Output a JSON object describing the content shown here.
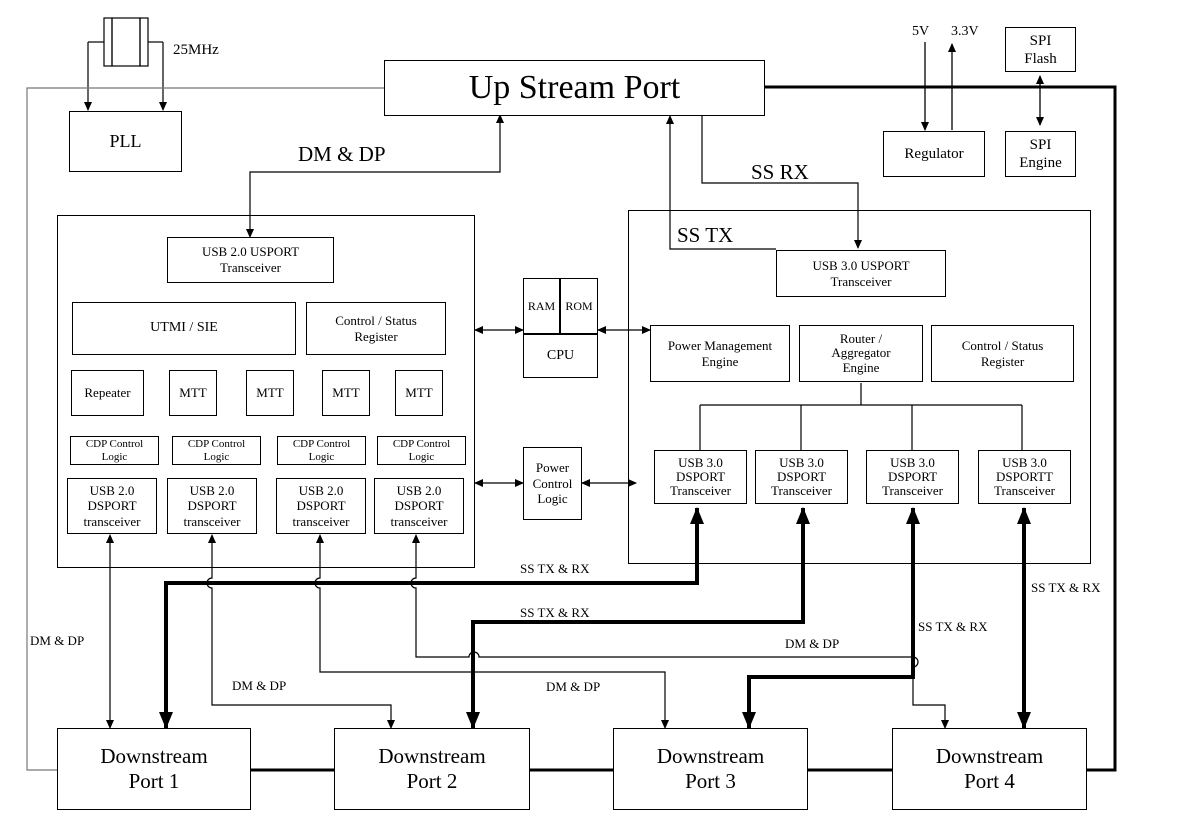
{
  "crystal": {
    "freq": "25MHz"
  },
  "blocks": {
    "pll": "PLL",
    "upstream": "Up Stream Port",
    "regulator": "Regulator",
    "spi_flash": "SPI\nFlash",
    "spi_engine": "SPI\nEngine",
    "usb2_usport": "USB 2.0 USPORT\nTransceiver",
    "utmi": "UTMI / SIE",
    "csr_left": "Control / Status\nRegister",
    "repeater": "Repeater",
    "mtt": "MTT",
    "cdp": "CDP Control\nLogic",
    "usb2_dsport": "USB 2.0\nDSPORT\ntransceiver",
    "ram": "RAM",
    "rom": "ROM",
    "cpu": "CPU",
    "power_control": "Power\nControl\nLogic",
    "usb3_usport": "USB 3.0 USPORT\nTransceiver",
    "pme": "Power Management\nEngine",
    "router": "Router /\nAggregator\nEngine",
    "csr_right": "Control / Status\nRegister",
    "usb3_dsport": "USB 3.0\nDSPORT\nTransceiver",
    "usb3_dsportt": "USB 3.0\nDSPORTT\nTransceiver",
    "downstream": [
      "Downstream\nPort 1",
      "Downstream\nPort 2",
      "Downstream\nPort 3",
      "Downstream\nPort 4"
    ]
  },
  "labels": {
    "v5": "5V",
    "v33": "3.3V",
    "dm_dp": "DM & DP",
    "ss_rx": "SS RX",
    "ss_tx": "SS TX",
    "ss_txrx": "SS TX & RX"
  }
}
